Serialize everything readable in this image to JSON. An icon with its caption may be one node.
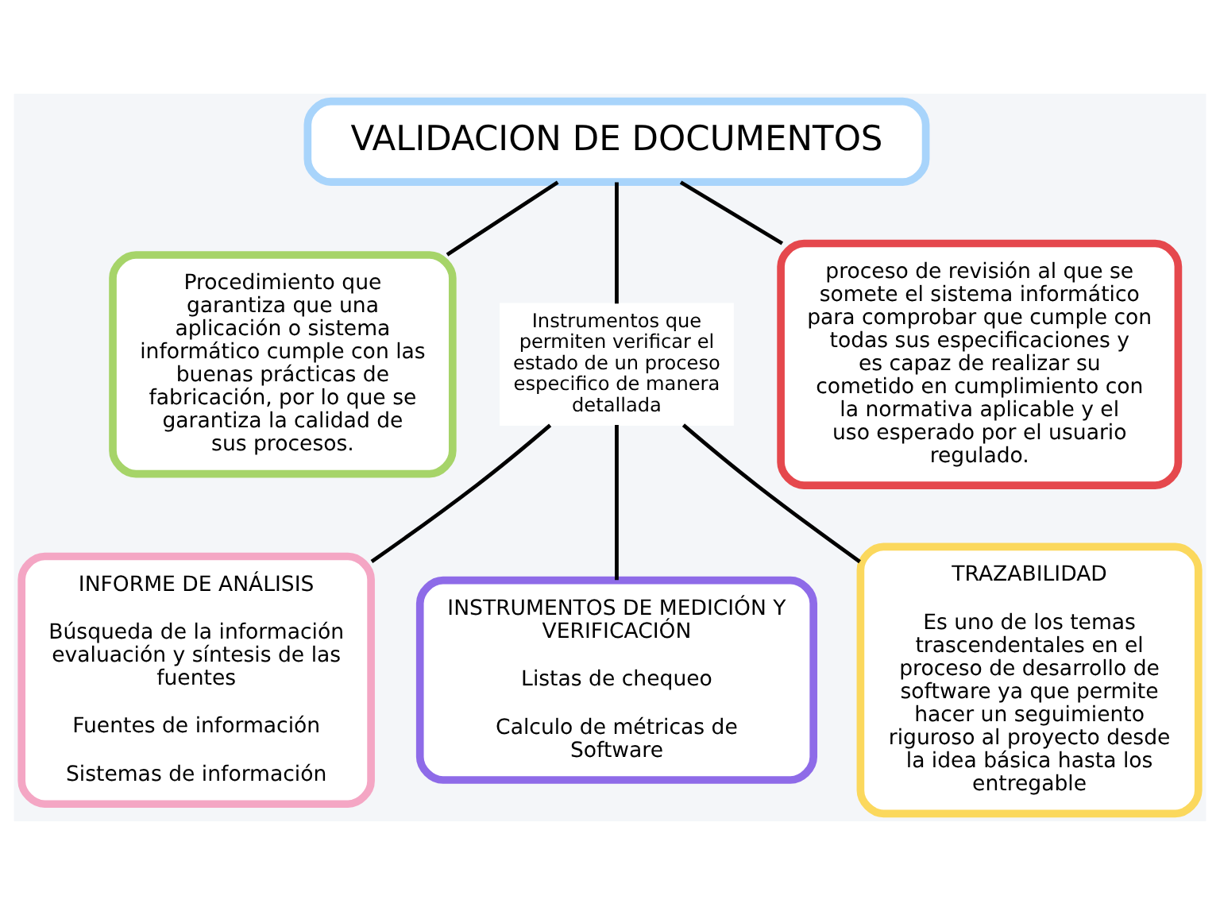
{
  "diagram": {
    "nodes": [
      {
        "text": [
          "VALIDACION DE DOCUMENTOS"
        ]
      },
      {
        "text": [
          "Procedimiento que garantiza que una aplicación o sistema informático cumple con las buenas prácticas de fabricación, por lo que se garantiza la calidad de sus procesos."
        ]
      },
      {
        "text": [
          "Instrumentos que permiten verificar el estado de un proceso especifico de manera detallada"
        ]
      },
      {
        "text": [
          "proceso de revisión al que se somete el sistema informático para comprobar que cumple con todas sus especificaciones y es capaz de realizar su cometido en cumplimiento con la normativa aplicable y el uso esperado por el usuario regulado."
        ]
      },
      {
        "text": [
          "INFORME DE ANÁLISIS",
          "Búsqueda de la información evaluación y síntesis de las fuentes",
          "Fuentes de información",
          "Sistemas de información"
        ]
      },
      {
        "text": [
          "INSTRUMENTOS DE MEDICIÓN Y VERIFICACIÓN",
          "Listas de chequeo",
          "Calculo de métricas de Software"
        ]
      },
      {
        "text": [
          "TRAZABILIDAD",
          "Es uno de los temas trascendentales en el proceso de desarrollo de software ya que permite hacer un seguimiento riguroso al proyecto desde la idea básica hasta los entregable"
        ]
      }
    ],
    "edges": [
      {
        "from": 0,
        "to": 1,
        "arrow": "none"
      },
      {
        "from": 0,
        "to": 2,
        "arrow": "none"
      },
      {
        "from": 0,
        "to": 3,
        "arrow": "none"
      },
      {
        "from": 2,
        "to": 4,
        "arrow": "none"
      },
      {
        "from": 2,
        "to": 5,
        "arrow": "none"
      },
      {
        "from": 2,
        "to": 6,
        "arrow": "none"
      }
    ]
  }
}
